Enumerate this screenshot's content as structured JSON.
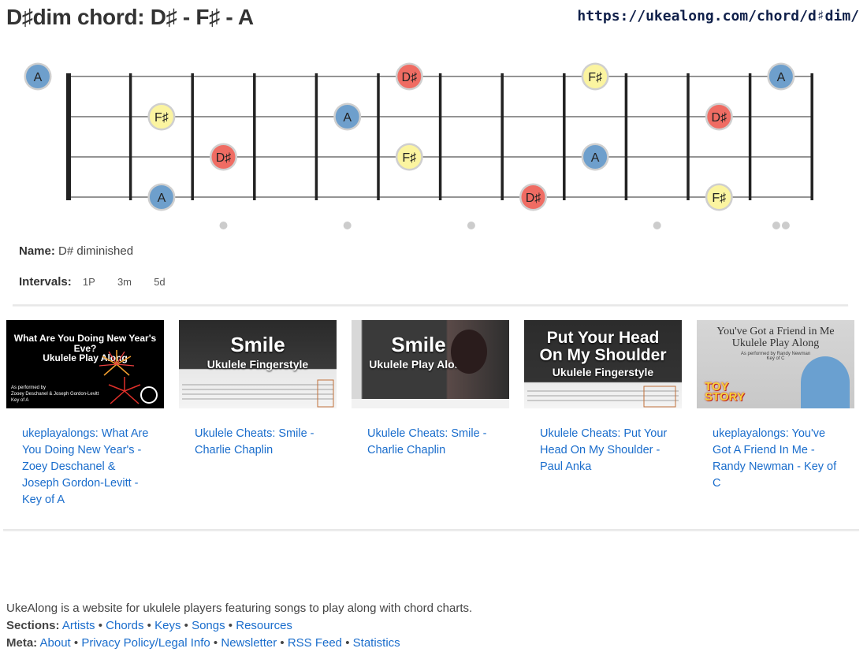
{
  "title": "D♯dim chord: D♯ - F♯ - A",
  "url": "https://ukealong.com/chord/d♯dim/",
  "fretboard": {
    "strings": 4,
    "frets": 12,
    "open_notes": [
      {
        "string": 0,
        "label": "A"
      }
    ],
    "notes": [
      {
        "string": 0,
        "fret": 6,
        "label": "D♯"
      },
      {
        "string": 0,
        "fret": 9,
        "label": "F♯"
      },
      {
        "string": 0,
        "fret": 12,
        "label": "A"
      },
      {
        "string": 1,
        "fret": 2,
        "label": "F♯"
      },
      {
        "string": 1,
        "fret": 5,
        "label": "A"
      },
      {
        "string": 1,
        "fret": 11,
        "label": "D♯"
      },
      {
        "string": 2,
        "fret": 3,
        "label": "D♯"
      },
      {
        "string": 2,
        "fret": 6,
        "label": "F♯"
      },
      {
        "string": 2,
        "fret": 9,
        "label": "A"
      },
      {
        "string": 3,
        "fret": 2,
        "label": "A"
      },
      {
        "string": 3,
        "fret": 8,
        "label": "D♯"
      },
      {
        "string": 3,
        "fret": 11,
        "label": "F♯"
      }
    ],
    "single_markers": [
      3,
      5,
      7,
      10
    ],
    "double_markers": [
      12
    ],
    "colors": {
      "A": "#6e9fcc",
      "D♯": "#ef6c63",
      "F♯": "#fbf4a0",
      "outline": "#cfcfcf",
      "line": "#222222",
      "marker": "#cccccc"
    }
  },
  "info": {
    "name_label": "Name:",
    "name_value": "D# diminished",
    "intervals_label": "Intervals:",
    "intervals": [
      "1P",
      "3m",
      "5d"
    ]
  },
  "videos": [
    {
      "link": "ukeplayalongs: What Are You Doing New Year's - Zoey Deschanel & Joseph Gordon-Levitt - Key of A",
      "thumb_title": "What Are You Doing New Year's Eve?\nUkulele Play Along",
      "thumb_sub": "As performed by\nZooey Deschanel & Joseph Gordon-Levitt\nKey of A"
    },
    {
      "link": "Ukulele Cheats: Smile - Charlie Chaplin",
      "thumb_title": "Smile",
      "thumb_sub": "Ukulele Fingerstyle"
    },
    {
      "link": "Ukulele Cheats: Smile - Charlie Chaplin",
      "thumb_title": "Smile",
      "thumb_sub": "Ukulele Play Along"
    },
    {
      "link": "Ukulele Cheats: Put Your Head On My Shoulder - Paul Anka",
      "thumb_title": "Put Your Head\nOn My Shoulder",
      "thumb_sub": "Ukulele Fingerstyle"
    },
    {
      "link": "ukeplayalongs: You've Got A Friend In Me - Randy Newman - Key of C",
      "thumb_title": "You've Got a Friend in Me\nUkulele Play Along",
      "thumb_sub": "As performed by Randy Newman\nKey of C",
      "thumb_logo": "TOY\nSTORY"
    }
  ],
  "footer": {
    "about": "UkeAlong is a website for ukulele players featuring songs to play along with chord charts.",
    "sections_label": "Sections:",
    "sections": [
      "Artists",
      "Chords",
      "Keys",
      "Songs",
      "Resources"
    ],
    "meta_label": "Meta:",
    "meta": [
      "About",
      "Privacy Policy/Legal Info",
      "Newsletter",
      "RSS Feed",
      "Statistics"
    ]
  }
}
